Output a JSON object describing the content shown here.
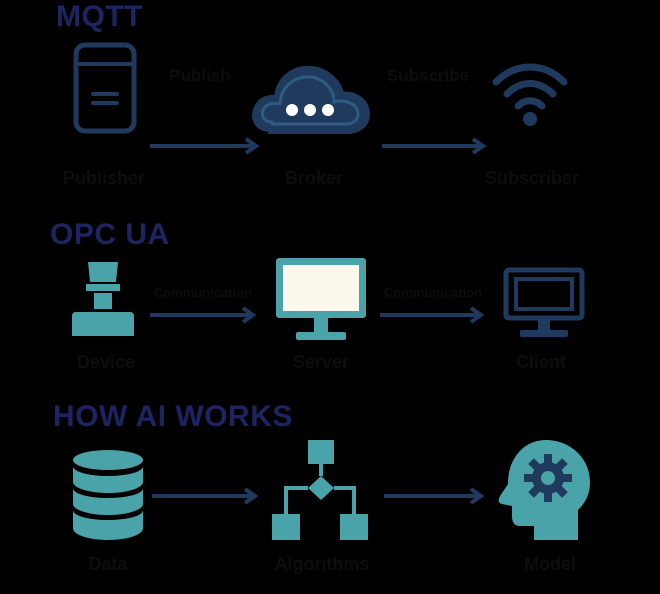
{
  "colors": {
    "background": "#000000",
    "title": "#1d2461",
    "navy": "#1f3a5c",
    "teal": "#4aa3a8",
    "label": "#0d0d0d",
    "screen": "#fdf8ee"
  },
  "sections": [
    {
      "title": "MQTT",
      "nodes": [
        {
          "label": "Publisher",
          "icon": "phone-icon"
        },
        {
          "label": "Broker",
          "icon": "cloud-icon"
        },
        {
          "label": "Subscriber",
          "icon": "wifi-icon"
        }
      ],
      "edges": [
        {
          "label": "Publish"
        },
        {
          "label": "Subscribe"
        }
      ]
    },
    {
      "title": "OPC UA",
      "nodes": [
        {
          "label": "Device",
          "icon": "device-icon"
        },
        {
          "label": "Server",
          "icon": "monitor-icon"
        },
        {
          "label": "Client",
          "icon": "computer-icon"
        }
      ],
      "edges": [
        {
          "label": "Communication"
        },
        {
          "label": "Communication"
        }
      ]
    },
    {
      "title": "HOW AI WORKS",
      "nodes": [
        {
          "label": "Data",
          "icon": "database-icon"
        },
        {
          "label": "Algorithms",
          "icon": "flowchart-icon"
        },
        {
          "label": "Model",
          "icon": "head-gear-icon"
        }
      ],
      "edges": []
    }
  ]
}
